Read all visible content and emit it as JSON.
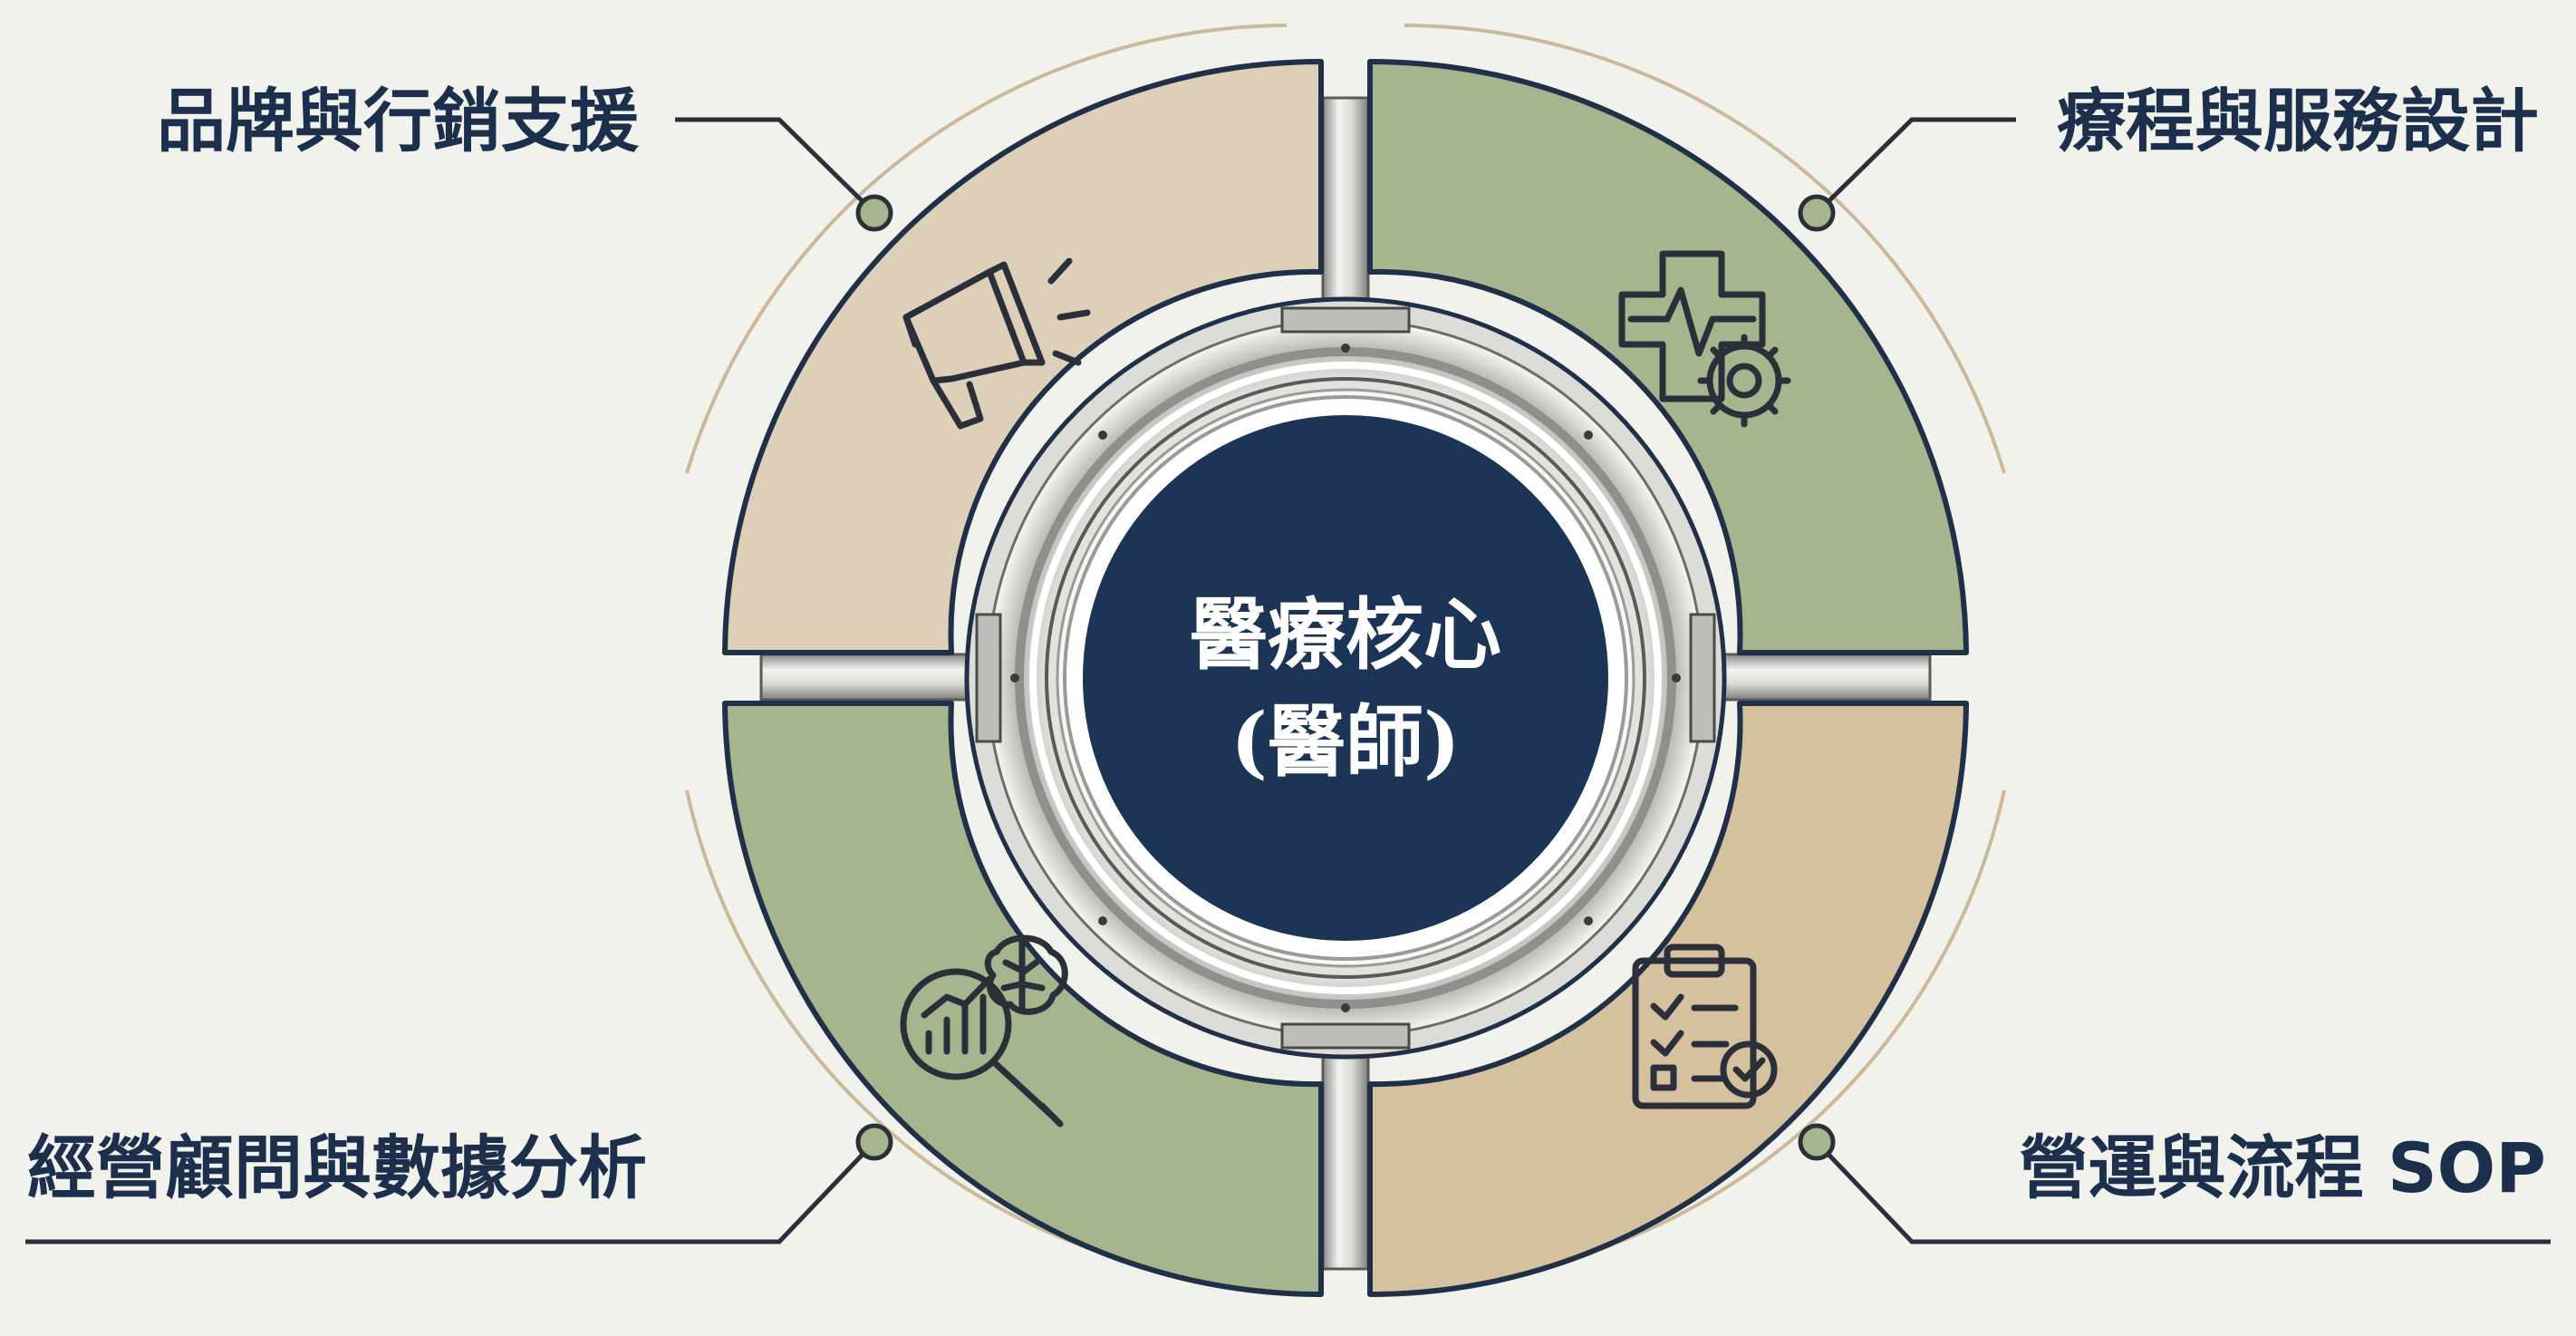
{
  "center": {
    "title": "醫療核心",
    "subtitle": "(醫師)"
  },
  "segments": [
    {
      "id": "brand",
      "label": "品牌與行銷支援",
      "icon": "megaphone-icon",
      "color": "#ded0b8"
    },
    {
      "id": "service",
      "label": "療程與服務設計",
      "icon": "medical-cross-gear-icon",
      "color": "#a7b58e"
    },
    {
      "id": "sop",
      "label": "營運與流程 SOP",
      "icon": "clipboard-checklist-icon",
      "color": "#d6c19f"
    },
    {
      "id": "analysis",
      "label": "經營顧問與數據分析",
      "icon": "brain-chart-magnifier-icon",
      "color": "#a7b58e"
    }
  ],
  "colors": {
    "background": "#f2f2ec",
    "navy": "#1c3557",
    "outline": "#1f3048",
    "accent_line": "#cbb99a",
    "metal": "#c9c9c6"
  }
}
